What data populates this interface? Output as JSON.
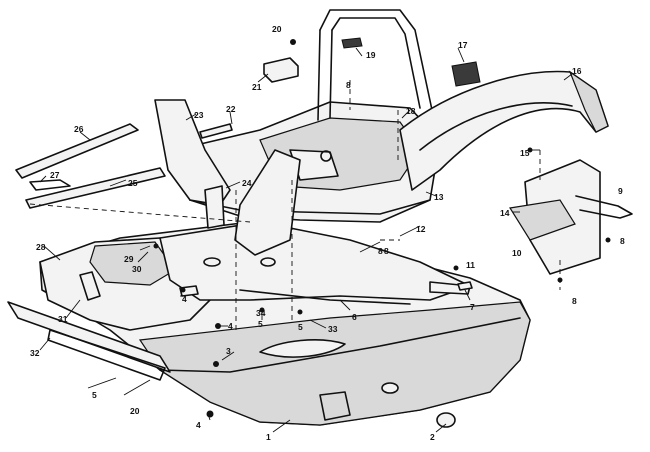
{
  "callouts": [
    "1",
    "2",
    "3",
    "4",
    "4",
    "4",
    "5",
    "5",
    "5",
    "6",
    "7",
    "8",
    "8",
    "8",
    "8",
    "8",
    "9",
    "10",
    "11",
    "12",
    "13",
    "14",
    "15",
    "16",
    "17",
    "18",
    "19",
    "20",
    "20",
    "21",
    "22",
    "23",
    "24",
    "25",
    "26",
    "27",
    "28",
    "29",
    "30",
    "31",
    "32",
    "33",
    "34"
  ]
}
